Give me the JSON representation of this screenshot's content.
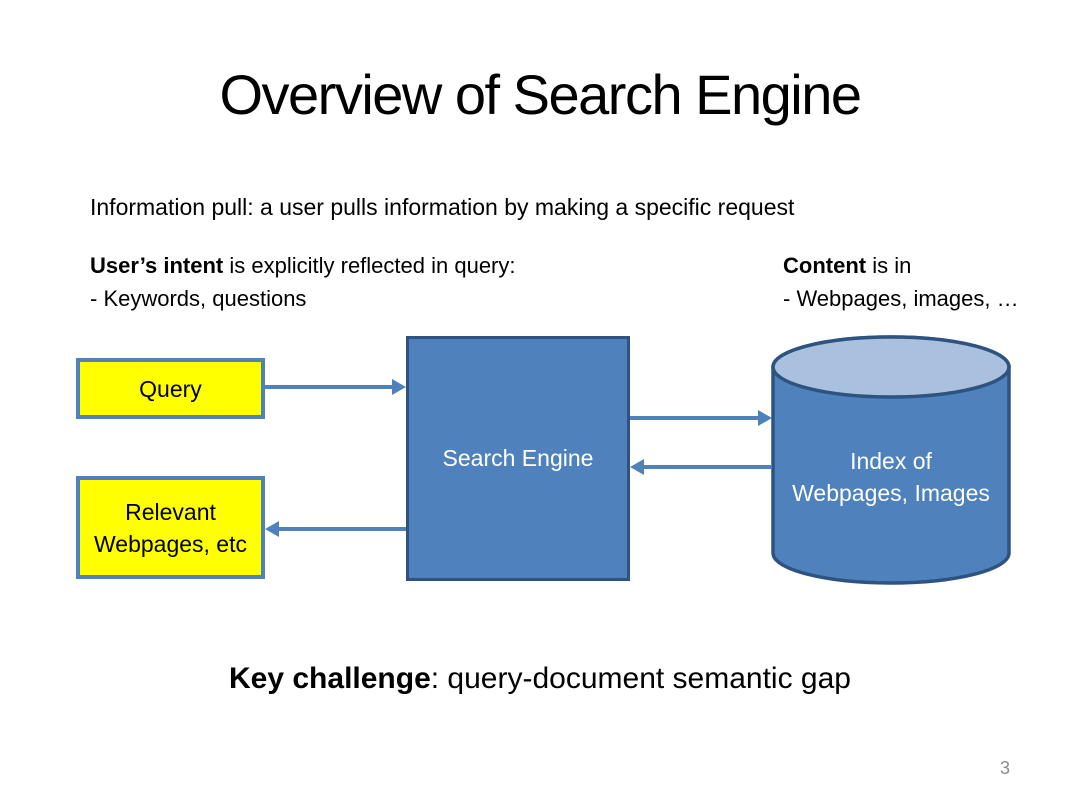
{
  "slide": {
    "title": "Overview of Search Engine",
    "intro": "Information pull: a user pulls information by making a specific request",
    "user_intent_bold": "User’s intent",
    "user_intent_rest": " is explicitly reflected in query:",
    "user_intent_line2": "- Keywords, questions",
    "content_bold": "Content",
    "content_rest": " is in",
    "content_line2": "- Webpages, images, …",
    "key_challenge_bold": "Key challenge",
    "key_challenge_rest": ": query-document semantic gap",
    "page_number": "3"
  },
  "diagram": {
    "query_box_label": "Query",
    "relevant_box_line1": "Relevant",
    "relevant_box_line2": "Webpages, etc",
    "search_engine_label": "Search Engine",
    "index_line1": "Index of",
    "index_line2": "Webpages, Images",
    "arrows": [
      {
        "from": "query-box",
        "to": "search-engine-box",
        "direction": "right"
      },
      {
        "from": "search-engine-box",
        "to": "relevant-box",
        "direction": "left"
      },
      {
        "from": "search-engine-box",
        "to": "index-database",
        "direction": "right"
      },
      {
        "from": "index-database",
        "to": "search-engine-box",
        "direction": "left"
      }
    ],
    "colors": {
      "box_fill_yellow": "#FFFF00",
      "steel_blue_fill": "#4F81BD",
      "dark_blue_border": "#2E5380",
      "cylinder_top_fill": "#A9C1DE",
      "diagram_text_white": "#FFFFFF",
      "page_number_gray": "#8C8C8C"
    }
  }
}
